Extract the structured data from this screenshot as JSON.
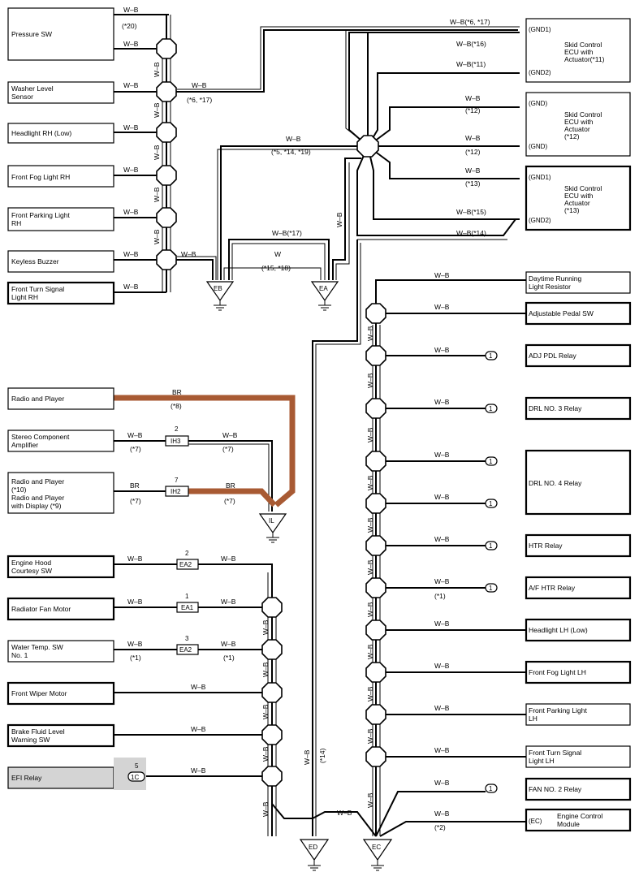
{
  "components_left_top": [
    {
      "id": "pressure_sw",
      "lines": [
        "Pressure SW"
      ]
    },
    {
      "id": "washer_level",
      "lines": [
        "Washer Level",
        "Sensor"
      ]
    },
    {
      "id": "headlight_rh",
      "lines": [
        "Headlight RH (Low)"
      ]
    },
    {
      "id": "fog_rh",
      "lines": [
        "Front Fog Light RH"
      ]
    },
    {
      "id": "parking_rh",
      "lines": [
        "Front Parking Light",
        "RH"
      ]
    },
    {
      "id": "keyless",
      "lines": [
        "Keyless Buzzer"
      ]
    },
    {
      "id": "turn_rh",
      "lines": [
        "Front Turn Signal",
        "Light RH"
      ]
    }
  ],
  "components_left_mid": [
    {
      "id": "radio",
      "lines": [
        "Radio and Player"
      ]
    },
    {
      "id": "stereo",
      "lines": [
        "Stereo Component",
        "Amplifier"
      ]
    },
    {
      "id": "radio2",
      "lines": [
        "Radio and Player",
        "(*10)",
        "Radio and Player",
        "with Display (*9)"
      ]
    }
  ],
  "components_left_bottom": [
    {
      "id": "hood",
      "lines": [
        "Engine Hood",
        "Courtesy SW"
      ]
    },
    {
      "id": "fan",
      "lines": [
        "Radiator Fan Motor"
      ]
    },
    {
      "id": "water",
      "lines": [
        "Water Temp.  SW",
        "No. 1"
      ]
    },
    {
      "id": "wiper",
      "lines": [
        "Front Wiper Motor"
      ]
    },
    {
      "id": "brake",
      "lines": [
        "Brake Fluid Level",
        "Warning SW"
      ]
    },
    {
      "id": "efi",
      "lines": [
        "EFI Relay"
      ]
    }
  ],
  "components_right": [
    {
      "id": "drl_res",
      "lines": [
        "Daytime Running",
        "Light Resistor"
      ]
    },
    {
      "id": "adj_sw",
      "lines": [
        "Adjustable Pedal SW"
      ]
    },
    {
      "id": "adj_relay",
      "lines": [
        "ADJ PDL Relay"
      ]
    },
    {
      "id": "drl3",
      "lines": [
        "DRL NO. 3 Relay"
      ]
    },
    {
      "id": "drl4",
      "lines": [
        "DRL NO. 4 Relay"
      ]
    },
    {
      "id": "htr",
      "lines": [
        "HTR Relay"
      ]
    },
    {
      "id": "af_htr",
      "lines": [
        "A/F HTR Relay"
      ]
    },
    {
      "id": "head_lh",
      "lines": [
        "Headlight LH (Low)"
      ]
    },
    {
      "id": "fog_lh",
      "lines": [
        "Front Fog Light LH"
      ]
    },
    {
      "id": "park_lh",
      "lines": [
        "Front Parking Light",
        "LH"
      ]
    },
    {
      "id": "turn_lh",
      "lines": [
        "Front Turn Signal",
        "Light LH"
      ]
    },
    {
      "id": "fan2",
      "lines": [
        "FAN NO. 2 Relay"
      ]
    }
  ],
  "ecu": [
    {
      "id": "ecu11",
      "terms": [
        "(GND1)",
        "(GND2)"
      ],
      "lines": [
        "Skid Control",
        "ECU with",
        "Actuator(*11)"
      ]
    },
    {
      "id": "ecu12",
      "terms": [
        "(GND)",
        "(GND)"
      ],
      "lines": [
        "Skid Control",
        "ECU with",
        "Actuator",
        "(*12)"
      ]
    },
    {
      "id": "ecu13",
      "terms": [
        "(GND1)",
        "(GND2)"
      ],
      "lines": [
        "Skid Control",
        "ECU with",
        "Actuator",
        "(*13)"
      ]
    },
    {
      "id": "ecm",
      "terms": [
        "(EC)"
      ],
      "lines": [
        "Engine Control",
        "Module"
      ]
    }
  ],
  "grounds": [
    "EB",
    "EA",
    "IL",
    "ED",
    "EC"
  ],
  "connectors": {
    "ih3": {
      "pin": "2",
      "code": "IH3"
    },
    "ih2": {
      "pin": "7",
      "code": "IH2"
    },
    "ea2a": {
      "pin": "2",
      "code": "EA2"
    },
    "ea1": {
      "pin": "1",
      "code": "EA1"
    },
    "ea2b": {
      "pin": "3",
      "code": "EA2"
    },
    "c1c": {
      "pin": "5",
      "code": "1C"
    },
    "pin1": "1"
  },
  "wire_labels": {
    "wb": "W–B",
    "w": "W",
    "br": "BR",
    "wb_ecu1": "W–B(*6,  *17)",
    "wb_ecu2": "W–B(*16)",
    "wb_ecu3": "W–B(*11)",
    "wb_ecu4": "W–B(*15)",
    "wb_ecu5": "W–B(*14)",
    "wb_eb": "W–B(*17)",
    "n20": "(*20)",
    "n6_17": "(*6,  *17)",
    "n5_14_19": "(*5, *14, *19)",
    "n12": "(*12)",
    "n13": "(*13)",
    "n15_18": "(*15, *18)",
    "n8": "(*8)",
    "n7": "(*7)",
    "n1": "(*1)",
    "n14": "(*14)",
    "n2": "(*2)"
  },
  "colors": {
    "br_wire": "#a85a33",
    "efi_fill": "#d4d4d4"
  }
}
